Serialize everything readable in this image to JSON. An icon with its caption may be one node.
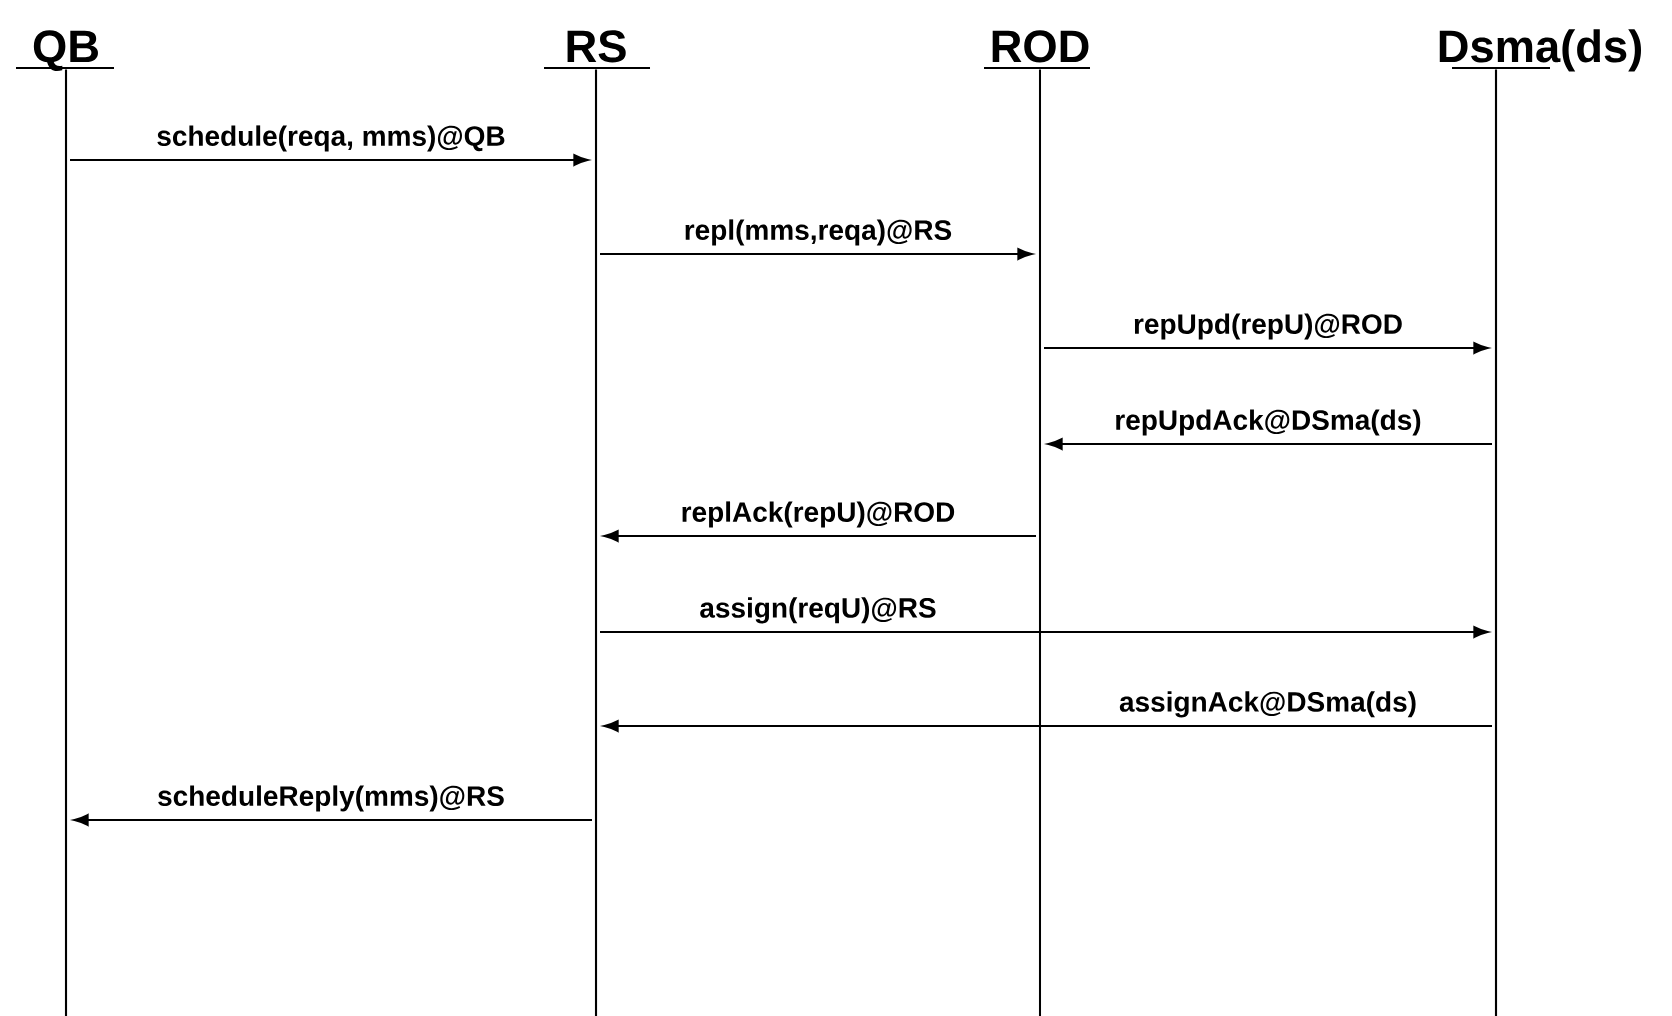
{
  "diagram": {
    "nodes": [
      {
        "text": [
          "QB"
        ]
      },
      {
        "text": [
          "RS"
        ]
      },
      {
        "text": [
          "ROD"
        ]
      },
      {
        "text": [
          "Dsma(ds)"
        ]
      },
      {
        "text": [],
        "shape": "bar"
      },
      {
        "text": [],
        "shape": "bar"
      },
      {
        "text": [],
        "shape": "bar"
      },
      {
        "text": [],
        "shape": "bar"
      }
    ],
    "edges": [
      {
        "from": 4,
        "to": 5,
        "arrow": "to",
        "label": "schedule(reqa, mms)@QB"
      },
      {
        "from": 5,
        "to": 6,
        "arrow": "to",
        "label": "repl(mms,reqa)@RS"
      },
      {
        "from": 6,
        "to": 7,
        "arrow": "to",
        "label": "repUpd(repU)@ROD"
      },
      {
        "from": 7,
        "to": 6,
        "arrow": "to",
        "label": "repUpdAck@DSma(ds)"
      },
      {
        "from": 6,
        "to": 5,
        "arrow": "to",
        "label": "replAck(repU)@ROD"
      },
      {
        "from": 5,
        "to": 7,
        "arrow": "to",
        "label": "assign(reqU)@RS"
      },
      {
        "from": 7,
        "to": 5,
        "arrow": "to",
        "label": "assignAck@DSma(ds)"
      },
      {
        "from": 5,
        "to": 4,
        "arrow": "to",
        "label": "scheduleReply(mms)@RS"
      }
    ]
  }
}
